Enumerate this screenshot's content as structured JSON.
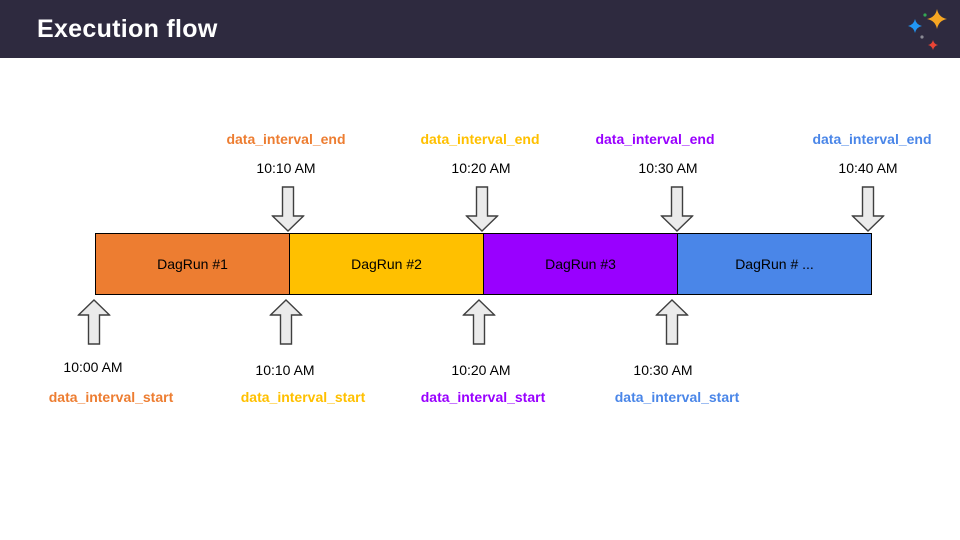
{
  "slide": {
    "title": "Execution flow",
    "header_bg": "#2E2A3F"
  },
  "logo": {
    "name": "sparkles-logo",
    "star_large_color": "#F5A623",
    "star_blue_color": "#2196F3",
    "star_red_color": "#EA4435",
    "dot_green_color": "#34A853",
    "dot_gray_color": "#8A8A94"
  },
  "arrow": {
    "fill": "#EBEBEB",
    "stroke": "#3F3F3F"
  },
  "timeline": {
    "dag_runs": [
      {
        "label": "DagRun #1",
        "color": "#ED7D31"
      },
      {
        "label": "DagRun #2",
        "color": "#FFC000"
      },
      {
        "label": "DagRun #3",
        "color": "#9900FF"
      },
      {
        "label": "DagRun # ...",
        "color": "#4A86E8"
      }
    ],
    "end_markers": [
      {
        "label": "data_interval_end",
        "time": "10:10 AM",
        "color": "#ED7D31"
      },
      {
        "label": "data_interval_end",
        "time": "10:20 AM",
        "color": "#FFC000"
      },
      {
        "label": "data_interval_end",
        "time": "10:30 AM",
        "color": "#9900FF"
      },
      {
        "label": "data_interval_end",
        "time": "10:40 AM",
        "color": "#4A86E8"
      }
    ],
    "start_markers": [
      {
        "label": "data_interval_start",
        "time": "10:00 AM",
        "color": "#ED7D31"
      },
      {
        "label": "data_interval_start",
        "time": "10:10 AM",
        "color": "#FFC000"
      },
      {
        "label": "data_interval_start",
        "time": "10:20 AM",
        "color": "#9900FF"
      },
      {
        "label": "data_interval_start",
        "time": "10:30 AM",
        "color": "#4A86E8"
      }
    ]
  }
}
